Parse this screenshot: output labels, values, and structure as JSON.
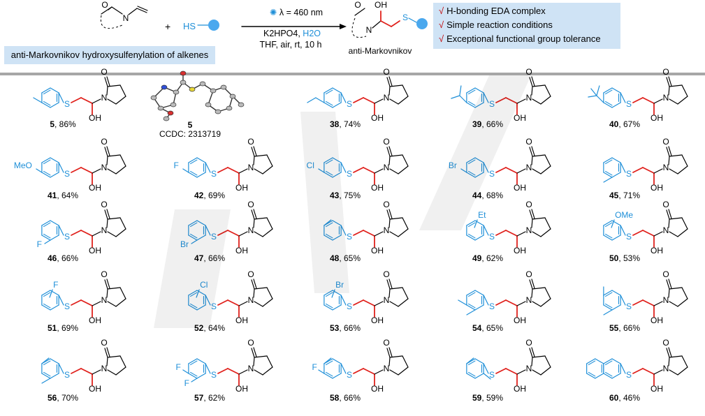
{
  "header": {
    "banner": "anti-Markovnikov hydroxysulfenylation of alkenes",
    "plus": "+",
    "thiol_label": "HS",
    "wavelength": "λ = 460 nm",
    "base": "K2HPO4,",
    "water": "H2O",
    "solvent_conditions": "THF, air, rt, 10 h",
    "product_note": "anti-Markovnikov",
    "features": [
      "H-bonding EDA complex",
      "Simple reaction conditions",
      "Exceptional functional group tolerance"
    ],
    "tick": "√"
  },
  "atoms": {
    "O": "O",
    "N": "N",
    "S": "S",
    "OH": "OH"
  },
  "crystal": {
    "compound": "5",
    "ccdc": "CCDC: 2313719"
  },
  "compounds": [
    {
      "id": "5",
      "yield": "86%",
      "sub": "Me"
    },
    {
      "id": "38",
      "yield": "74%",
      "sub": "Et"
    },
    {
      "id": "39",
      "yield": "66%",
      "sub": "iPr"
    },
    {
      "id": "40",
      "yield": "67%",
      "sub": "tBu"
    },
    {
      "id": "41",
      "yield": "64%",
      "sub": "MeO",
      "sub_label": "MeO"
    },
    {
      "id": "42",
      "yield": "69%",
      "sub": "F",
      "sub_label": "F"
    },
    {
      "id": "43",
      "yield": "75%",
      "sub": "Cl",
      "sub_label": "Cl"
    },
    {
      "id": "44",
      "yield": "68%",
      "sub": "Br",
      "sub_label": "Br"
    },
    {
      "id": "45",
      "yield": "71%",
      "sub": "m-Me"
    },
    {
      "id": "46",
      "yield": "66%",
      "sub": "m-F",
      "sub_label": "F"
    },
    {
      "id": "47",
      "yield": "66%",
      "sub": "m-Br",
      "sub_label": "Br"
    },
    {
      "id": "48",
      "yield": "65%",
      "sub": "o-Me"
    },
    {
      "id": "49",
      "yield": "62%",
      "sub": "o-Et",
      "sub_label": "Et"
    },
    {
      "id": "50",
      "yield": "53%",
      "sub": "o-OMe",
      "sub_label": "OMe"
    },
    {
      "id": "51",
      "yield": "69%",
      "sub": "o-F",
      "sub_label": "F"
    },
    {
      "id": "52",
      "yield": "64%",
      "sub": "o-Cl",
      "sub_label": "Cl"
    },
    {
      "id": "53",
      "yield": "66%",
      "sub": "o-Br",
      "sub_label": "Br"
    },
    {
      "id": "54",
      "yield": "65%",
      "sub": "3,4-diMe"
    },
    {
      "id": "55",
      "yield": "66%",
      "sub": "3,5-diMe"
    },
    {
      "id": "56",
      "yield": "70%",
      "sub": "2,4-diMe"
    },
    {
      "id": "57",
      "yield": "62%",
      "sub": "3,4-diF",
      "sub_label": "F",
      "sub_label2": "F"
    },
    {
      "id": "58",
      "yield": "66%",
      "sub": "F/Me",
      "sub_label": "F"
    },
    {
      "id": "59",
      "yield": "59%",
      "sub": "2,6-diMe"
    },
    {
      "id": "60",
      "yield": "46%",
      "sub": "naphthyl"
    }
  ],
  "colors": {
    "aryl": "#1e8fd8",
    "linker": "#e0211c",
    "banner": "#cfe3f5"
  }
}
